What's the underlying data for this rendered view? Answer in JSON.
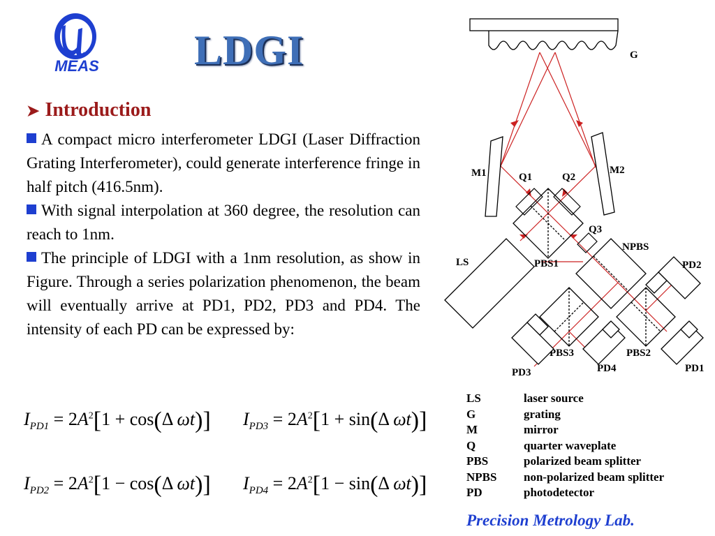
{
  "logo": {
    "mark": "u-logo-icon",
    "text": "MEAS",
    "color": "#1e3fd0"
  },
  "title": "LDGI",
  "section_heading": "Introduction",
  "bullets": [
    "A compact micro interferometer LDGI (Laser Diffraction Grating Interferometer), could generate interference fringe in half pitch (416.5nm).",
    "With signal interpolation at 360 degree, the resolution can reach to 1nm.",
    "The principle of LDGI with a 1nm resolution, as show in Figure. Through a series polarization phenomenon, the beam will eventually arrive at PD1, PD2, PD3 and PD4. The intensity of each PD can be expressed by:"
  ],
  "equations": [
    {
      "id": "PD1",
      "lhs": "I",
      "sub": "PD1",
      "sign": "+",
      "func": "cos"
    },
    {
      "id": "PD3",
      "lhs": "I",
      "sub": "PD3",
      "sign": "+",
      "func": "sin"
    },
    {
      "id": "PD2",
      "lhs": "I",
      "sub": "PD2",
      "sign": "−",
      "func": "cos"
    },
    {
      "id": "PD4",
      "lhs": "I",
      "sub": "PD4",
      "sign": "−",
      "func": "sin"
    }
  ],
  "diagram_labels": {
    "G": "G",
    "M1": "M1",
    "M2": "M2",
    "Q1": "Q1",
    "Q2": "Q2",
    "Q3": "Q3",
    "NPBS": "NPBS",
    "LS": "LS",
    "PBS1": "PBS1",
    "PD2": "PD2",
    "PBS3": "PBS3",
    "PBS2": "PBS2",
    "PD3": "PD3",
    "PD4": "PD4",
    "PD1": "PD1"
  },
  "legend": [
    {
      "abbr": "LS",
      "desc": "laser source"
    },
    {
      "abbr": "G",
      "desc": "grating"
    },
    {
      "abbr": "M",
      "desc": "mirror"
    },
    {
      "abbr": "Q",
      "desc": "quarter waveplate"
    },
    {
      "abbr": "PBS",
      "desc": "polarized beam splitter"
    },
    {
      "abbr": "NPBS",
      "desc": "non-polarized beam splitter"
    },
    {
      "abbr": "PD",
      "desc": "photodetector"
    }
  ],
  "footer": "Precision Metrology Lab.",
  "colors": {
    "title": "#3f6fb7",
    "heading": "#9b1b1b",
    "bullet": "#1e3fd0",
    "footer": "#1e3fd0",
    "beam": "#cc2222"
  }
}
